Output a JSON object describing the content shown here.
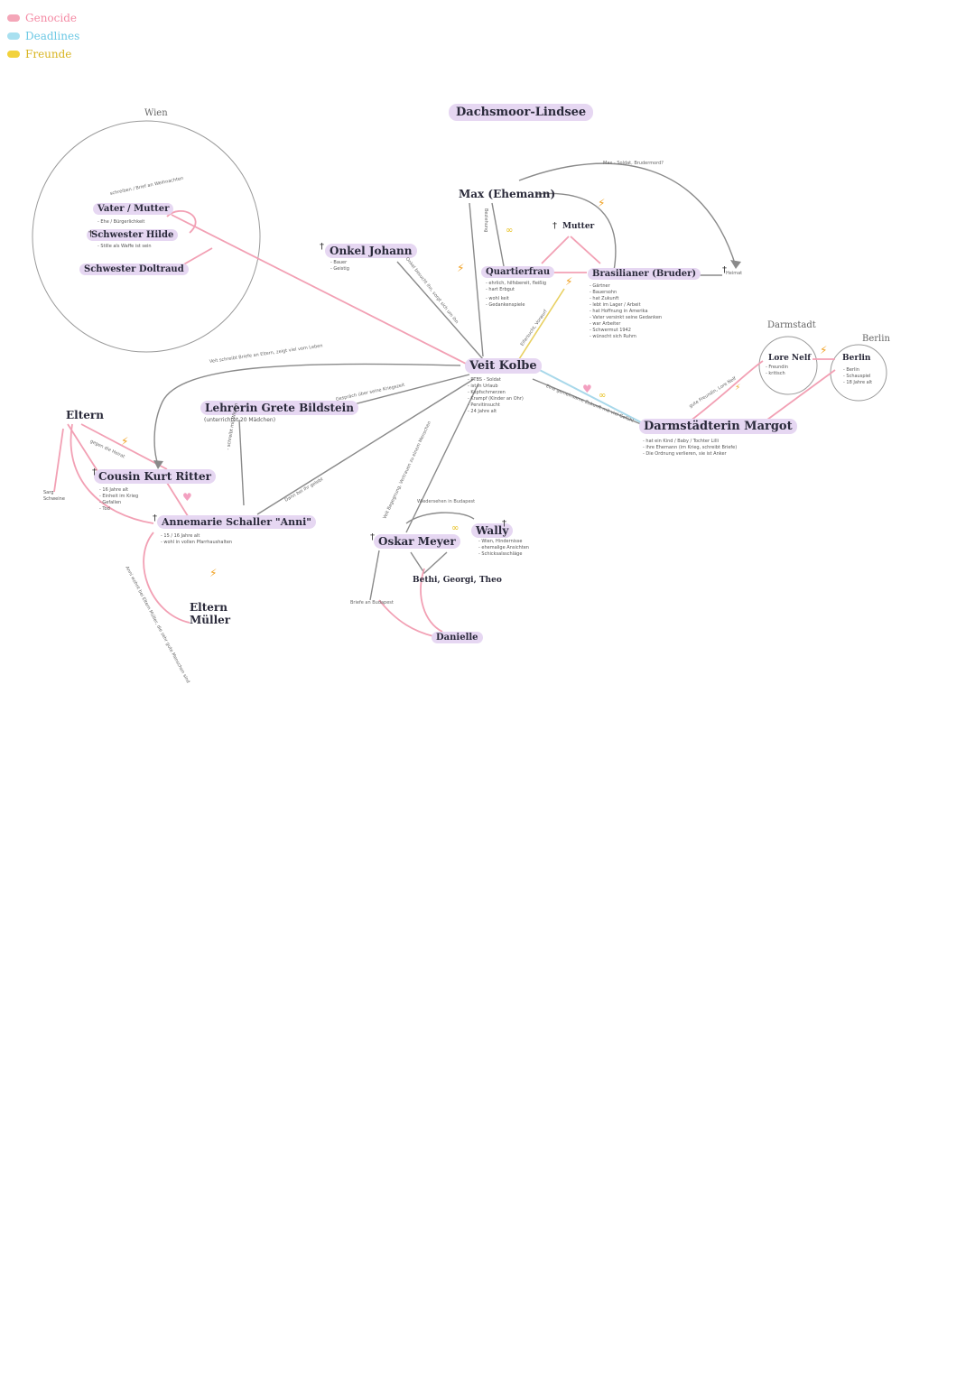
{
  "legend": [
    {
      "label": "Genocide",
      "color": "#f4a6b8"
    },
    {
      "label": "Deadlines",
      "color": "#a8e0f0"
    },
    {
      "label": "Freunde",
      "color": "#f2d23c"
    }
  ],
  "title": "Dachsmoor-Lindsee",
  "places": {
    "wien": "Wien",
    "darmstadt": "Darmstadt",
    "berlin": "Berlin",
    "eltern": "Eltern"
  },
  "nodes": {
    "veit": "Veit Kolbe",
    "max": "Max (Ehemann)",
    "quartierfrau": "Quartierfrau",
    "brasilianer": "Brasilianer (Bruder)",
    "mutter": "Mutter",
    "onkel": "Onkel Johann",
    "vater_mutter": "Vater / Mutter",
    "schwester_hilde": "Schwester Hilde",
    "schwester_doltraud": "Schwester Doltraud",
    "lehrerin": "Lehrerin Grete Bildstein",
    "cousin": "Cousin Kurt Ritter",
    "annemarie": "Annemarie Schaller \"Anni\"",
    "eltern_mueller": "Eltern Müller",
    "oskar": "Oskar Meyer",
    "wally": "Wally",
    "bethi": "Bethi, Georgi, Theo",
    "darmstaedterin": "Darmstädterin Margot",
    "lore": "Lore Nelf",
    "berlin_node": "Berlin",
    "daniele": "Danielle"
  },
  "notes": {
    "veit": "- PTBS - Soldat\n- ist in Urlaub\n- Kopfschmerzen\n- Krampf (Kinder an Ohr)\n- Pervitinsucht\n- 24 Jahre alt",
    "vater": "- Ehe / Bürgerlichkeit",
    "hilde": "- Stille als Waffe ist sein",
    "onkel": "- Bauer\n- Geistig",
    "quartier": "- ehrlich, hilfsbereit, fleißig\n- hart Erbgut",
    "quartier2": "- wohl keit\n- Gedankenspiele",
    "brasilianer": "- Gärtner\n- Bauersohn\n- hat Zukunft\n- lebt im Lager / Arbeit\n- hat Hoffnung in Amerika\n- Vater versinkt seine Gedanken\n- war Arbeiter\n- Schwermut 1942\n- wünscht sich Ruhm",
    "cousin": "- 16 Jahre alt\n- Einheit im Krieg\n- Gefallen\n- Tod",
    "annemarie": "- 15 / 16 Jahre alt\n- wohl in vollen Pfarrhaushalten",
    "margot": "- hat ein Kind / Baby / Tochter Lilli\n- ihre Ehemann (im Krieg, schreibt Briefe)\n- Die Ordnung verlieren, sie ist Anker",
    "lore": "- Freundin\n- kritisch",
    "berlin": "- Berlin\n- Schauspiel\n- 18 Jahre alt",
    "wally": "- Wien, Hindernisse\n- ehemalige Ansichten\n- Schicksalsschläge",
    "annemarie_top": "- schreibt mit Wissen",
    "sarg": "Sarg\nSchweine"
  },
  "labels": {
    "vater_wien": "schreiben / Brief an Weihnachten",
    "veit_wien": "Veit schreibt Briefe an Eltern, zeigt viel vom Leben",
    "onkel_veit": "Onkel besucht ihn, sorgt sich um ihn",
    "max_veit": "Beziehung",
    "quartier_veit": "Eifersucht, Vorwurf",
    "lehrerin_veit": "Gespräch über seine Kriegszeit",
    "annemarie_veit": "Dann bei ihr gelebt",
    "oskar_veit": "Veit Begegnung, Vertrauen zu einem Menschen",
    "margot_veit": "Eine gemeinsame Zukunft mit viel Gefühl",
    "oskar_wally": "Wiedersehen in Budapest",
    "oskar_daniele": "Briefe an Budapest",
    "max_top": "Max - Soldat, Brudermord?",
    "margot_lore": "gute Freundin, Lore Nelf",
    "brasilianer_heimat": "Heimat",
    "cousin_eltern": "gegen die Heirat",
    "annemarie_eltern": "Anni wohnt bei Eltern Müller, die sehr gute Menschen sind",
    "lehrerin_note": "(unterrichtet 20 Mädchen)"
  },
  "colors": {
    "pink": "#f2a0b4",
    "gray": "#8a8a8a",
    "blue": "#a8d8ea",
    "yellow": "#e8d060",
    "node_bg": "#e6d7f2"
  }
}
